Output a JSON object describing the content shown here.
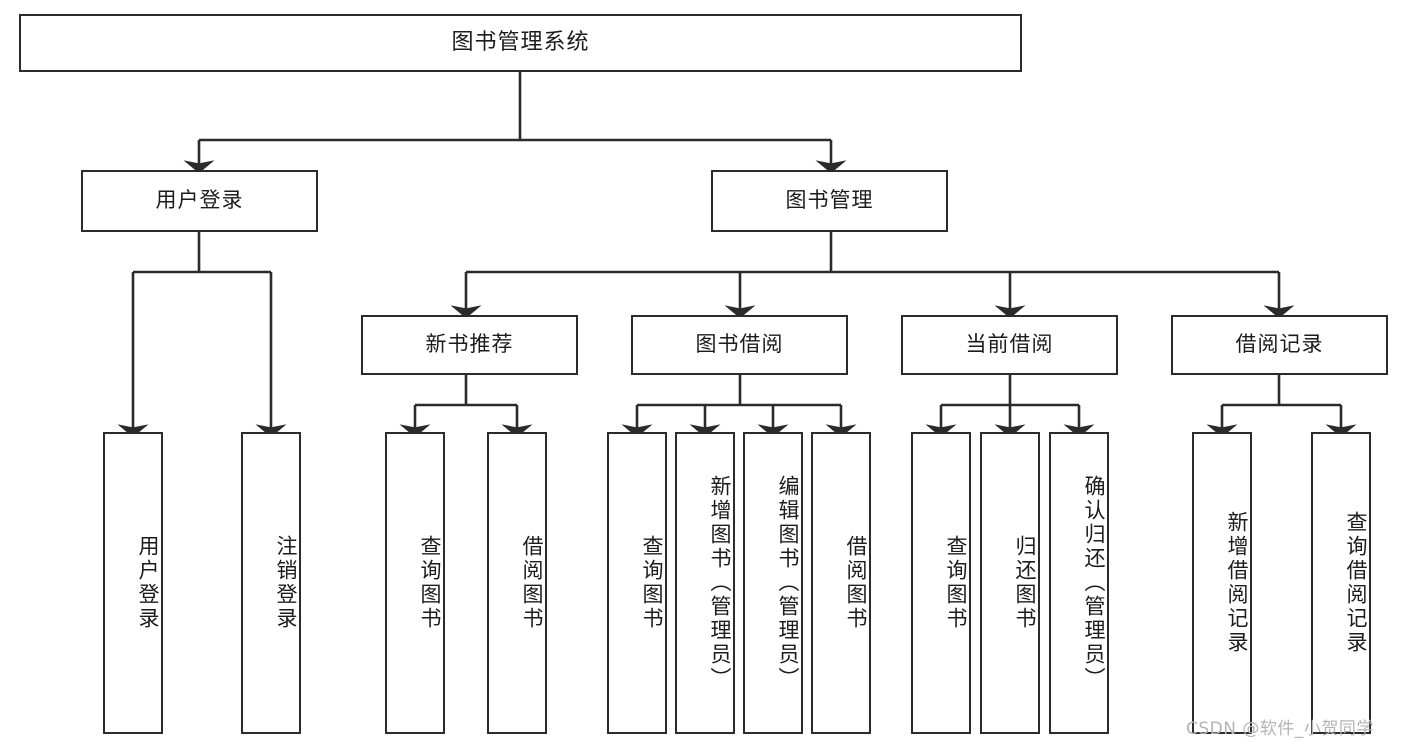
{
  "diagram": {
    "title": "图书管理系统",
    "type": "tree-hierarchy",
    "levels": [
      {
        "level": 1,
        "nodes": [
          {
            "id": "root",
            "label": "图书管理系统",
            "orientation": "horizontal"
          }
        ]
      },
      {
        "level": 2,
        "nodes": [
          {
            "id": "login",
            "label": "用户登录",
            "orientation": "horizontal",
            "parent": "root"
          },
          {
            "id": "bookmgmt",
            "label": "图书管理",
            "orientation": "horizontal",
            "parent": "root"
          }
        ]
      },
      {
        "level": 3,
        "nodes": [
          {
            "id": "newbook",
            "label": "新书推荐",
            "orientation": "horizontal",
            "parent": "bookmgmt"
          },
          {
            "id": "borrow",
            "label": "图书借阅",
            "orientation": "horizontal",
            "parent": "bookmgmt"
          },
          {
            "id": "current",
            "label": "当前借阅",
            "orientation": "horizontal",
            "parent": "bookmgmt"
          },
          {
            "id": "record",
            "label": "借阅记录",
            "orientation": "horizontal",
            "parent": "bookmgmt"
          }
        ]
      },
      {
        "level": 4,
        "nodes": [
          {
            "id": "leaf1",
            "label": "用户登录",
            "orientation": "vertical",
            "parent": "login"
          },
          {
            "id": "leaf2",
            "label": "注销登录",
            "orientation": "vertical",
            "parent": "login"
          },
          {
            "id": "leaf3",
            "label": "查询图书",
            "orientation": "vertical",
            "parent": "newbook"
          },
          {
            "id": "leaf4",
            "label": "借阅图书",
            "orientation": "vertical",
            "parent": "newbook"
          },
          {
            "id": "leaf5",
            "label": "查询图书",
            "orientation": "vertical",
            "parent": "borrow"
          },
          {
            "id": "leaf6",
            "label": "新增图书（管理员）",
            "orientation": "vertical",
            "parent": "borrow"
          },
          {
            "id": "leaf7",
            "label": "编辑图书（管理员）",
            "orientation": "vertical",
            "parent": "borrow"
          },
          {
            "id": "leaf8",
            "label": "借阅图书",
            "orientation": "vertical",
            "parent": "borrow"
          },
          {
            "id": "leaf9",
            "label": "查询图书",
            "orientation": "vertical",
            "parent": "current"
          },
          {
            "id": "leaf10",
            "label": "归还图书",
            "orientation": "vertical",
            "parent": "current"
          },
          {
            "id": "leaf11",
            "label": "确认归还（管理员）",
            "orientation": "vertical",
            "parent": "current"
          },
          {
            "id": "leaf12",
            "label": "新增借阅记录",
            "orientation": "vertical",
            "parent": "record"
          },
          {
            "id": "leaf13",
            "label": "查询借阅记录",
            "orientation": "vertical",
            "parent": "record"
          }
        ]
      }
    ]
  },
  "watermark": {
    "text": "CSDN @软件_小贺同学"
  },
  "colors": {
    "background": "#ffffff",
    "box_border": "#2b2b2b",
    "box_fill": "#ffffff",
    "text": "#1c1c1c",
    "edge": "#2b2b2b",
    "watermark": "#b4b4b4"
  }
}
